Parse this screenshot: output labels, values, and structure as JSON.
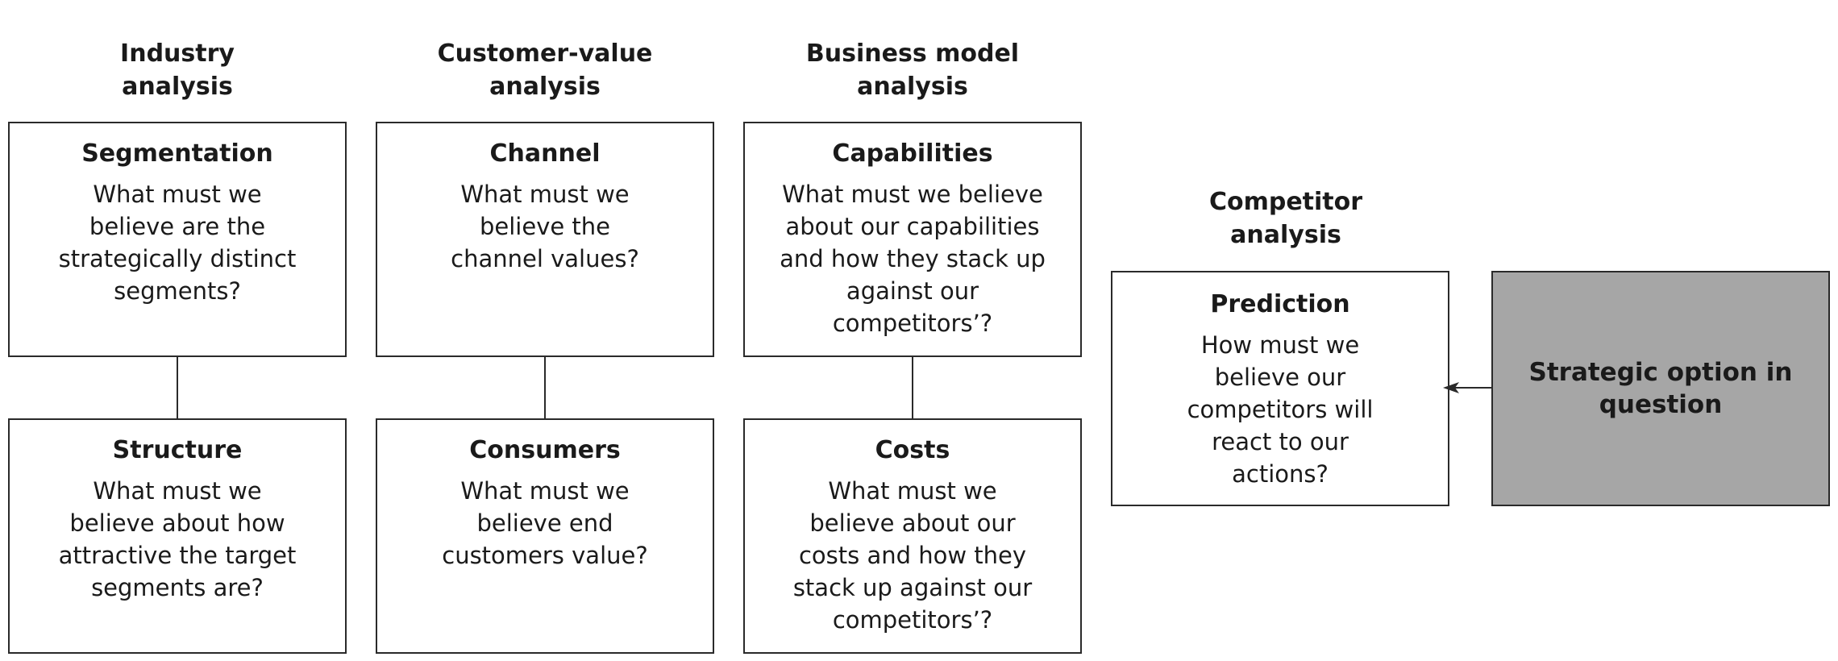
{
  "columns": [
    {
      "heading": "Industry\nanalysis",
      "top": {
        "title": "Segmentation",
        "text": "What must we\nbelieve are the\nstrategically distinct\nsegments?"
      },
      "bottom": {
        "title": "Structure",
        "text": "What must we\nbelieve about how\nattractive the target\nsegments are?"
      }
    },
    {
      "heading": "Customer-value\nanalysis",
      "top": {
        "title": "Channel",
        "text": "What must we\nbelieve the\nchannel values?"
      },
      "bottom": {
        "title": "Consumers",
        "text": "What must we\nbelieve end\ncustomers value?"
      }
    },
    {
      "heading": "Business model\nanalysis",
      "top": {
        "title": "Capabilities",
        "text": "What must we believe\nabout our capabilities\nand how they stack up\nagainst our\ncompetitors’?"
      },
      "bottom": {
        "title": "Costs",
        "text": "What must we\nbelieve about our\ncosts and how they\nstack up against our\ncompetitors’?"
      }
    }
  ],
  "competitor": {
    "heading": "Competitor\nanalysis",
    "title": "Prediction",
    "text": "How must we\nbelieve our\ncompetitors will\nreact to our\nactions?"
  },
  "option": {
    "label": "Strategic option in\nquestion",
    "color": "#a6a6a6"
  }
}
